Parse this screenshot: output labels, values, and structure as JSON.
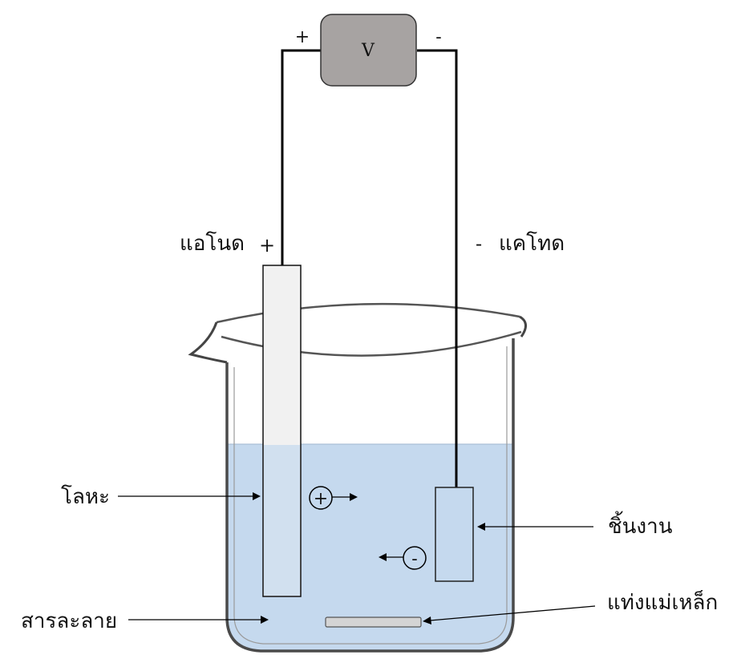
{
  "voltmeter": {
    "symbol": "V",
    "plus": "+",
    "minus": "-"
  },
  "electrodes": {
    "anode_label": "แอโนด",
    "anode_sign": "+",
    "cathode_label": "แคโทด",
    "cathode_sign": "-"
  },
  "labels": {
    "metal": "โลหะ",
    "workpiece": "ชิ้นงาน",
    "solution": "สารละลาย",
    "stir_bar": "แท่งแม่เหล็ก"
  },
  "ions": {
    "positive": "+",
    "negative": "-"
  },
  "colors": {
    "solution": "#c5d9ee",
    "meter": "#a7a3a2",
    "wire": "#000000",
    "anode": "#f1f1f1",
    "glass": "#5a5a5a"
  }
}
